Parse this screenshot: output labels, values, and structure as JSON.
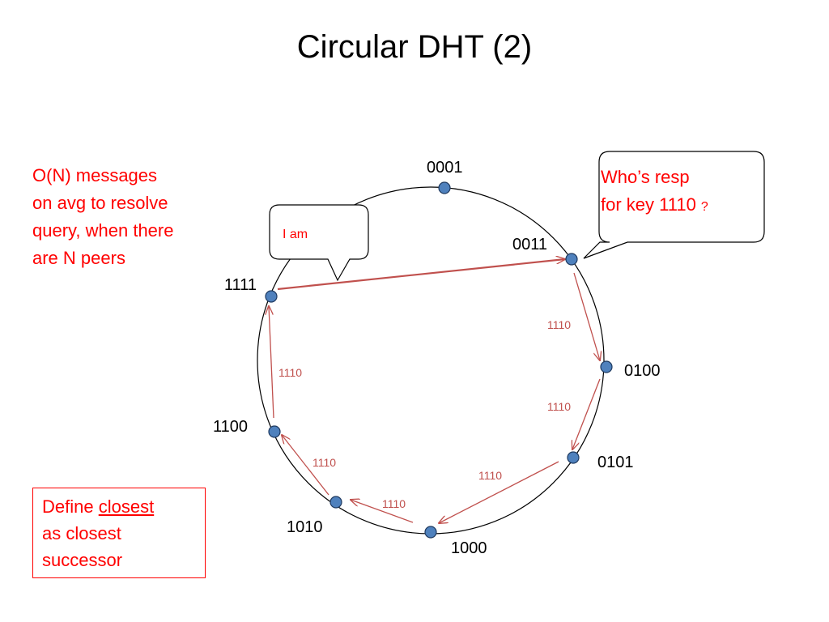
{
  "title": "Circular DHT  (2)",
  "note_left": [
    "O(N) messages",
    "on avg to resolve",
    "query, when there",
    "are N peers"
  ],
  "define_box": {
    "prefix": "Define ",
    "underlined": "closest",
    "line2": "as closest",
    "line3": "successor"
  },
  "callout_query": {
    "line1": "Who’s resp",
    "line2": "for key 1110",
    "question_mark": "?"
  },
  "callout_answer": {
    "text": "I am"
  },
  "nodes": [
    "0001",
    "0011",
    "0100",
    "0101",
    "1000",
    "1010",
    "1100",
    "1111"
  ],
  "query_key": "1110",
  "colors": {
    "node_fill": "#4f81bd",
    "node_stroke": "#1f3a60",
    "arrow": "#c0504d",
    "text_red": "#ff0000"
  }
}
